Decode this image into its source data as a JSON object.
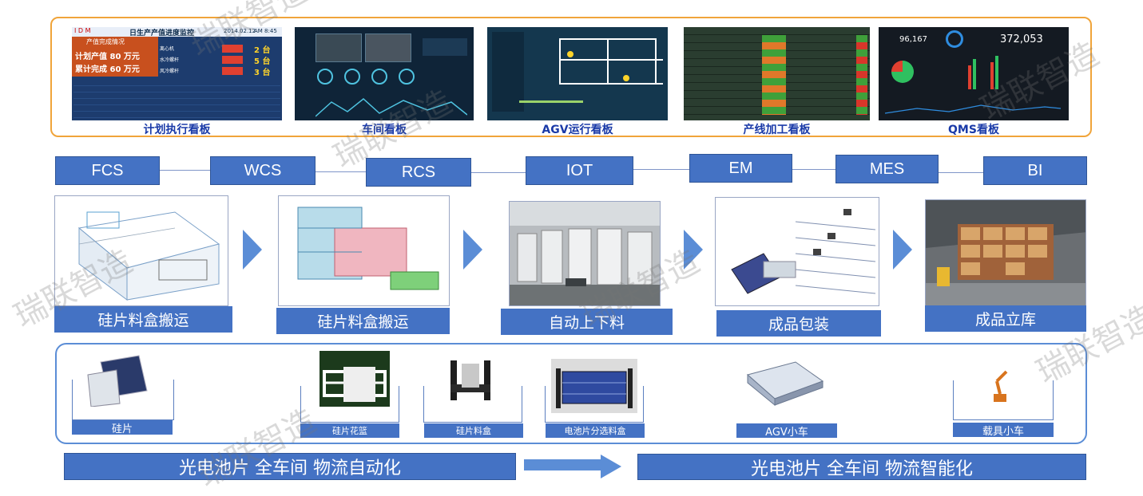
{
  "watermark": "瑞联智造",
  "dashboards": [
    {
      "label": "计划执行看板",
      "title": "日生产产值进度监控",
      "date": "2014.02.12",
      "time": "AM 8:45",
      "section": "产值完成情况",
      "plan": "计划产值 80 万元",
      "done": "累计完成 60 万元",
      "counts": [
        "2 台",
        "5 台",
        "3 台"
      ],
      "machines": [
        "离心机",
        "水冷螺杆",
        "风冷螺杆"
      ]
    },
    {
      "label": "车间看板"
    },
    {
      "label": "AGV运行看板"
    },
    {
      "label": "产线加工看板"
    },
    {
      "label": "QMS看板",
      "num1": "96,167",
      "num2": "372,053"
    }
  ],
  "systems": [
    "FCS",
    "WCS",
    "RCS",
    "IOT",
    "EM",
    "MES",
    "BI"
  ],
  "process_steps": [
    {
      "label": "硅片料盒搬运"
    },
    {
      "label": "硅片料盒搬运"
    },
    {
      "label": "自动上下料"
    },
    {
      "label": "成品包装"
    },
    {
      "label": "成品立库"
    }
  ],
  "carriers": [
    "硅片",
    "硅片花篮",
    "硅片料盒",
    "电池片分选料盒",
    "AGV小车",
    "载具小车"
  ],
  "bottom": {
    "left": "光电池片 全车间 物流自动化",
    "right": "光电池片 全车间 物流智能化"
  },
  "colors": {
    "accent": "#4472c4",
    "frame": "#f0a43a",
    "dash_bg": "#0b2a4a"
  }
}
